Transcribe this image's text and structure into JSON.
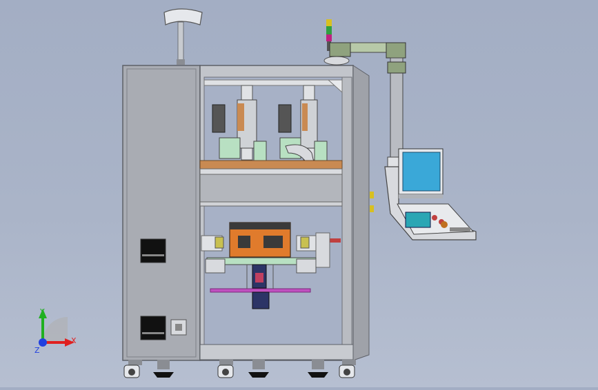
{
  "triad": {
    "x_label": "X",
    "y_label": "Y",
    "z_label": "Z",
    "colors": {
      "x": "#e02020",
      "y": "#20b020",
      "z": "#2040e0"
    }
  },
  "palette": {
    "frame": "#b9bcc2",
    "frame_dark": "#6d7077",
    "panel": "#a9acb3",
    "copper": "#c98a52",
    "orange": "#e07b2c",
    "mint": "#b8e0c2",
    "magenta": "#c050c0",
    "navy": "#2c3466",
    "screen": "#3aa8d8",
    "screen_small": "#2aa6b4",
    "black": "#111111"
  }
}
